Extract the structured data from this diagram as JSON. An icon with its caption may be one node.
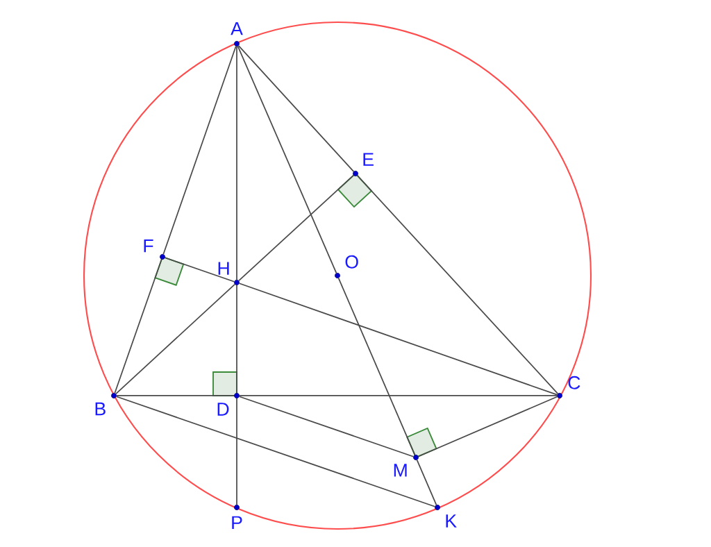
{
  "diagram": {
    "nodes": [
      {
        "text": [
          "A"
        ]
      },
      {
        "text": [
          "E"
        ]
      },
      {
        "text": [
          "F"
        ]
      },
      {
        "text": [
          "H"
        ]
      },
      {
        "text": [
          "O"
        ]
      },
      {
        "text": [
          "B"
        ]
      },
      {
        "text": [
          "D"
        ]
      },
      {
        "text": [
          "C"
        ]
      },
      {
        "text": [
          "M"
        ]
      },
      {
        "text": [
          "P"
        ]
      },
      {
        "text": [
          "K"
        ]
      }
    ],
    "edges": [
      {
        "from": 0,
        "to": 2,
        "arrow": "none"
      },
      {
        "from": 2,
        "to": 5,
        "arrow": "none"
      },
      {
        "from": 0,
        "to": 1,
        "arrow": "none"
      },
      {
        "from": 1,
        "to": 7,
        "arrow": "none"
      },
      {
        "from": 0,
        "to": 3,
        "arrow": "none"
      },
      {
        "from": 3,
        "to": 6,
        "arrow": "none"
      },
      {
        "from": 6,
        "to": 9,
        "arrow": "none"
      },
      {
        "from": 0,
        "to": 4,
        "arrow": "none"
      },
      {
        "from": 4,
        "to": 8,
        "arrow": "none"
      },
      {
        "from": 8,
        "to": 10,
        "arrow": "none"
      },
      {
        "from": 5,
        "to": 3,
        "arrow": "none"
      },
      {
        "from": 3,
        "to": 1,
        "arrow": "none"
      },
      {
        "from": 2,
        "to": 3,
        "arrow": "none"
      },
      {
        "from": 3,
        "to": 7,
        "arrow": "none"
      },
      {
        "from": 5,
        "to": 6,
        "arrow": "none"
      },
      {
        "from": 6,
        "to": 7,
        "arrow": "none"
      },
      {
        "from": 6,
        "to": 8,
        "arrow": "none"
      },
      {
        "from": 8,
        "to": 7,
        "arrow": "none"
      },
      {
        "from": 5,
        "to": 10,
        "arrow": "none"
      }
    ]
  }
}
